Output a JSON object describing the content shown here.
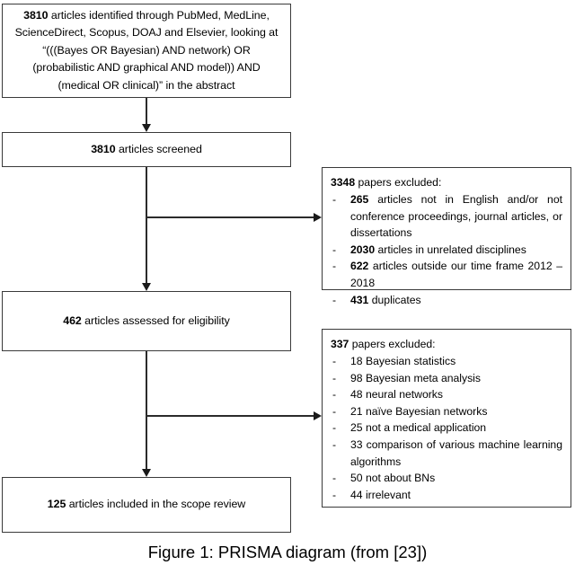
{
  "figure": {
    "caption": "Figure 1: PRISMA diagram (from [23])"
  },
  "flow": {
    "identified": {
      "count": "3810",
      "text": " articles identified through PubMed, MedLine, ScienceDirect, Scopus, DOAJ and Elsevier, looking at “(((Bayes OR Bayesian) AND network) OR (probabilistic AND graphical AND model)) AND (medical OR clinical)” in the abstract"
    },
    "screened": {
      "count": "3810",
      "text": " articles screened"
    },
    "eligibility": {
      "count": "462",
      "text": "  articles assessed for eligibility"
    },
    "included": {
      "count": "125",
      "text": " articles included in the scope review"
    }
  },
  "exclusions": [
    {
      "count": "3348",
      "heading": " papers excluded:",
      "items": [
        {
          "dash": "-",
          "count": "265",
          "text": " articles not in English and/or not conference proceedings, journal articles, or dissertations",
          "justify": true
        },
        {
          "dash": "-",
          "count": "2030",
          "text": " articles in unrelated disciplines",
          "justify": false
        },
        {
          "dash": "-",
          "count": "622",
          "text": " articles outside our time frame 2012 – 2018",
          "justify": true
        },
        {
          "dash": "-",
          "count": "431",
          "text": " duplicates",
          "justify": false
        }
      ]
    },
    {
      "count": "337",
      "heading": " papers excluded:",
      "items": [
        {
          "dash": "-",
          "count": "",
          "text": "18 Bayesian statistics",
          "justify": false
        },
        {
          "dash": "-",
          "count": "",
          "text": "98 Bayesian meta analysis",
          "justify": false
        },
        {
          "dash": "-",
          "count": "",
          "text": "48 neural networks",
          "justify": false
        },
        {
          "dash": "-",
          "count": "",
          "text": "21 naïve Bayesian networks",
          "justify": false
        },
        {
          "dash": "-",
          "count": "",
          "text": "25 not a medical application",
          "justify": false
        },
        {
          "dash": "-",
          "count": "",
          "text": "33 comparison of various machine learning algorithms",
          "justify": true
        },
        {
          "dash": "-",
          "count": "",
          "text": "50 not about BNs",
          "justify": false
        },
        {
          "dash": "-",
          "count": "",
          "text": "44 irrelevant",
          "justify": false
        }
      ]
    }
  ],
  "colors": {
    "line": "#2b2b2b",
    "border": "#3a3a3a",
    "text": "#000000",
    "background": "#ffffff"
  }
}
